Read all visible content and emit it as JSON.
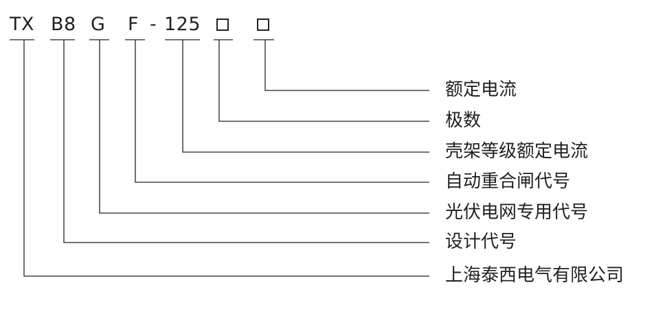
{
  "model_code": {
    "segments": [
      {
        "id": "tx",
        "text": "TX"
      },
      {
        "id": "b8",
        "text": "B8"
      },
      {
        "id": "g",
        "text": "G"
      },
      {
        "id": "f",
        "text": "F"
      },
      {
        "id": "dash",
        "text": "-"
      },
      {
        "id": "n125",
        "text": "125"
      },
      {
        "id": "box1",
        "text": "□"
      },
      {
        "id": "box2",
        "text": "□"
      }
    ]
  },
  "legend": [
    {
      "id": "box2",
      "label": "额定电流"
    },
    {
      "id": "box1",
      "label": "极数"
    },
    {
      "id": "n125",
      "label": "壳架等级额定电流"
    },
    {
      "id": "f",
      "label": "自动重合闸代号"
    },
    {
      "id": "g",
      "label": "光伏电网专用代号"
    },
    {
      "id": "b8",
      "label": "设计代号"
    },
    {
      "id": "tx",
      "label": "上海泰西电气有限公司"
    }
  ],
  "colors": {
    "line": "#231f20",
    "text": "#231f20"
  }
}
